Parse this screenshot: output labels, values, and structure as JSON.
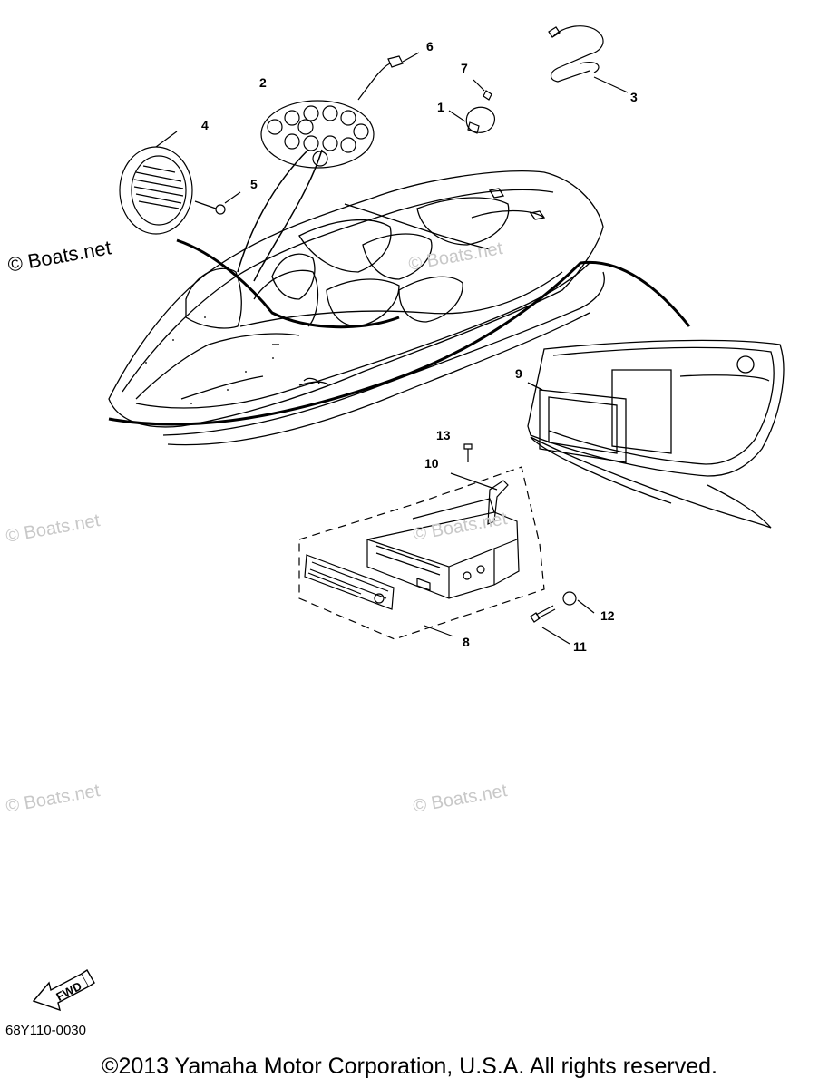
{
  "watermarks": [
    "© Boats.net",
    "© Boats.net",
    "© Boats.net",
    "© Boats.net",
    "© Boats.net",
    "© Boats.net"
  ],
  "callouts": [
    "1",
    "2",
    "3",
    "4",
    "5",
    "6",
    "7",
    "8",
    "9",
    "10",
    "11",
    "12",
    "13"
  ],
  "fwd_label": "FWD",
  "drawing_code": "68Y110-0030",
  "copyright": "©2013 Yamaha Motor Corporation, U.S.A. All rights reserved."
}
